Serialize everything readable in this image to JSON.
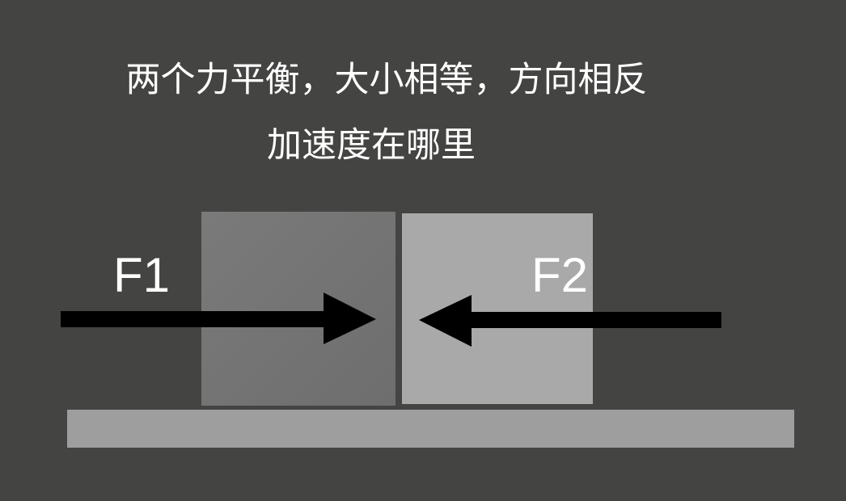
{
  "title_line1": "两个力平衡，大小相等，方向相反",
  "title_line2": "加速度在哪里",
  "labels": {
    "f1": "F1",
    "f2": "F2"
  },
  "colors": {
    "background": "#444443",
    "left_block": "#727272",
    "right_block": "#a9a9a9",
    "floor": "#9e9e9e",
    "arrow": "#000000",
    "text": "#ffffff"
  }
}
